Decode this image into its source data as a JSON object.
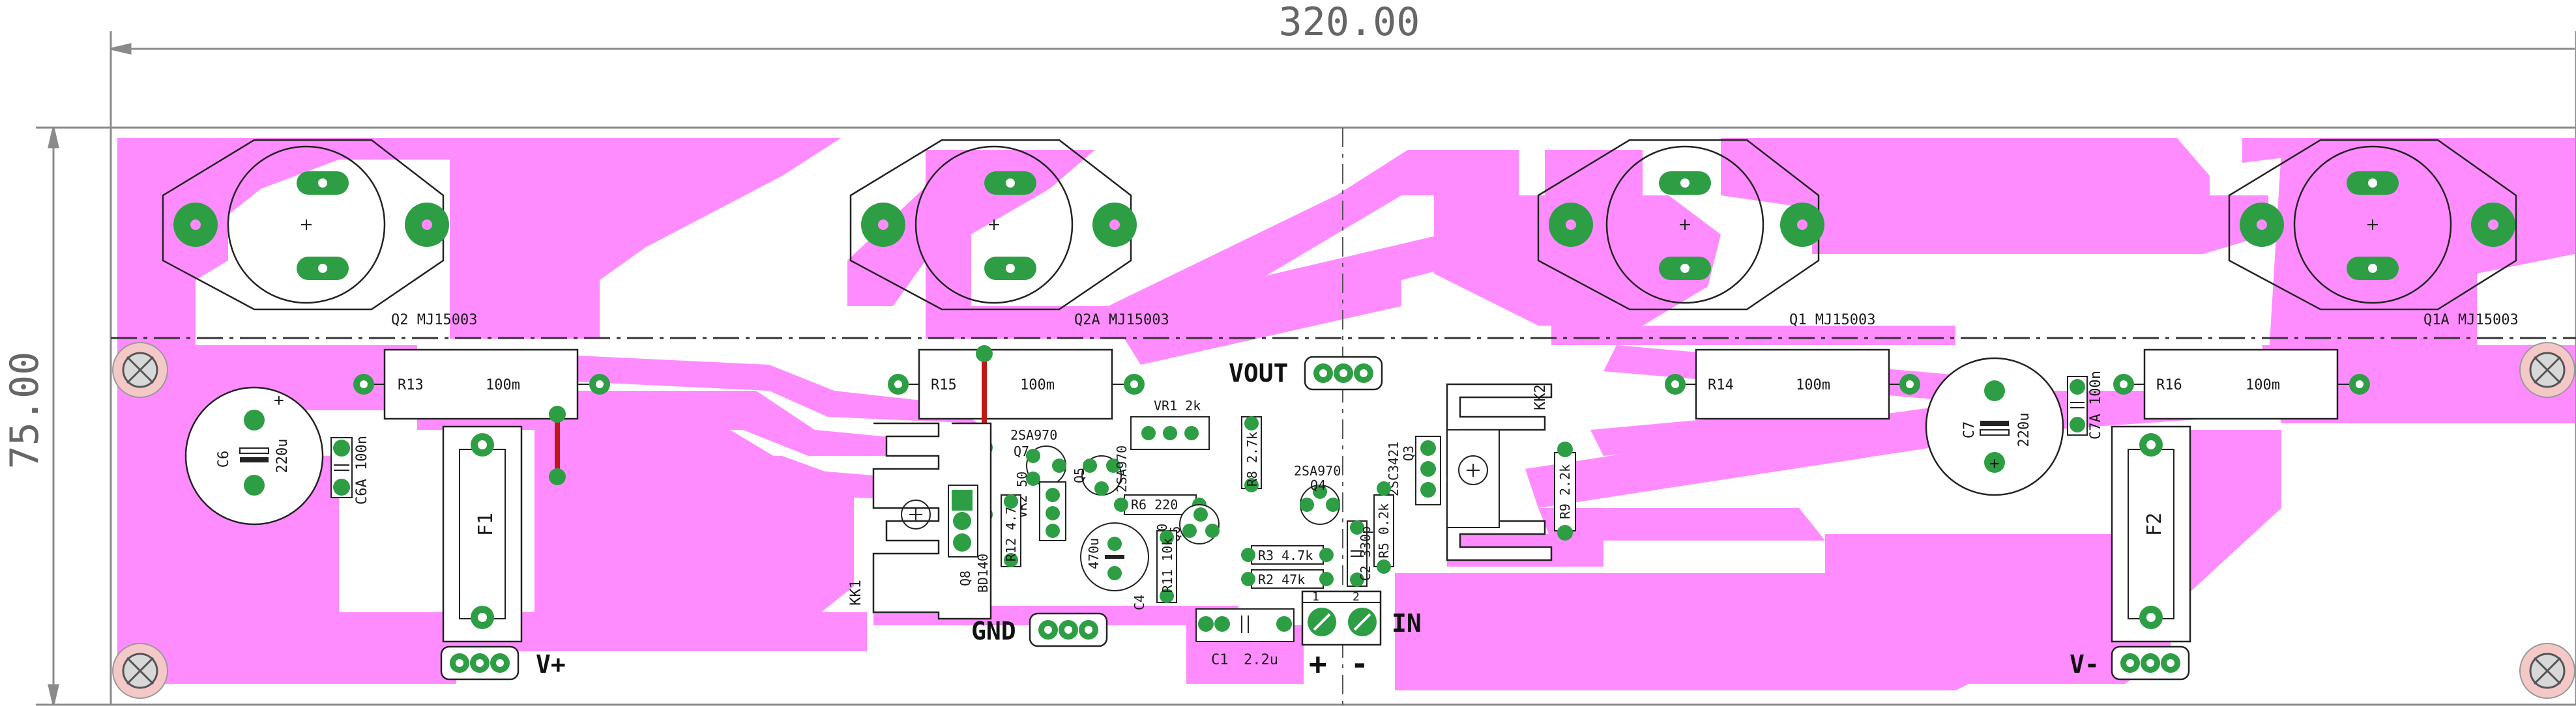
{
  "colors": {
    "copper": "#ff8cff",
    "pad": "#2e9e45",
    "outline": "#222222",
    "background": "#ffffff",
    "jumper": "#c01818",
    "dimension": "#8a8a8a"
  },
  "dimensions": {
    "width": "320.00",
    "height": "75.00"
  },
  "transistors": [
    {
      "ref": "Q2",
      "value": "MJ15003"
    },
    {
      "ref": "Q2A",
      "value": "MJ15003"
    },
    {
      "ref": "Q1",
      "value": "MJ15003"
    },
    {
      "ref": "Q1A",
      "value": "MJ15003"
    }
  ],
  "resistors": {
    "r13": {
      "ref": "R13",
      "value": "100m"
    },
    "r15": {
      "ref": "R15",
      "value": "100m"
    },
    "r14": {
      "ref": "R14",
      "value": "100m"
    },
    "r16": {
      "ref": "R16",
      "value": "100m"
    }
  },
  "caps": {
    "c6": {
      "ref": "C6",
      "value": "220u"
    },
    "c6a": {
      "ref": "C6A",
      "value": "100n"
    },
    "c7": {
      "ref": "C7",
      "value": "220u"
    },
    "c7a": {
      "ref": "C7A",
      "value": "100n"
    }
  },
  "fuses": {
    "f1": "F1",
    "f2": "F2"
  },
  "heatsinks": {
    "kk1": "KK1",
    "kk2": "KK2"
  },
  "small": {
    "q7_type": "2SA970",
    "q7": "Q7",
    "q5": "Q5",
    "q5_type": "2SA970",
    "vr1": "VR1 2k",
    "vr2": "VR2 50",
    "r6": "R6 220",
    "q6": "Q6",
    "q6_type": "2SA970",
    "r8": "R8 2.7k",
    "q4_type": "2SA970",
    "q4": "Q4",
    "q3": "Q3",
    "q3_type": "2SC3421",
    "r9": "R9 2.2k",
    "q8": "Q8",
    "q8_type": "BD140",
    "r12": "R12 4.7",
    "c4_value": "470u",
    "c4": "C4",
    "r11": "R11 10k",
    "r3": "R3 4.7k",
    "r2": "R2 47k",
    "c2": "C2 330p",
    "r5": "R5 0.2k",
    "c1": "C1",
    "c1_value": "2.2u"
  },
  "connectors": {
    "vout": "VOUT",
    "gnd": "GND",
    "in": "IN",
    "vplus": "V+",
    "vminus": "V-",
    "plus": "+",
    "minus": "-",
    "pin1": "1",
    "pin2": "2"
  }
}
